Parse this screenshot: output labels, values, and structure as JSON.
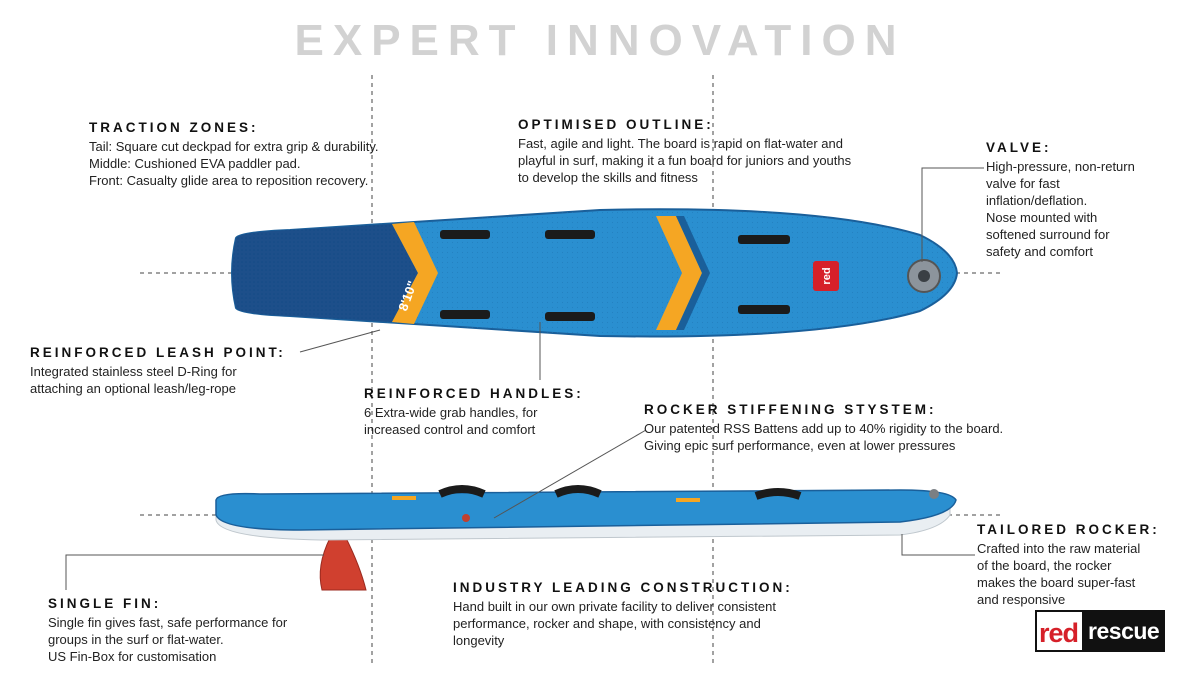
{
  "title": "EXPERT INNOVATION",
  "callouts": {
    "traction": {
      "heading": "TRACTION ZONES:",
      "lines": [
        "Tail: Square cut deckpad for extra grip & durability.",
        "Middle: Cushioned EVA paddler pad.",
        "Front: Casualty glide area to reposition recovery."
      ]
    },
    "outline": {
      "heading": "OPTIMISED OUTLINE:",
      "lines": [
        "Fast, agile and light. The board is rapid on flat-water and",
        "playful in surf, making it a fun board for juniors and youths",
        "to develop the skills and fitness"
      ]
    },
    "valve": {
      "heading": "VALVE:",
      "lines": [
        "High-pressure, non-return",
        "valve for fast",
        "inflation/deflation.",
        "Nose mounted with",
        "softened surround for",
        "safety and comfort"
      ]
    },
    "leash": {
      "heading": "REINFORCED LEASH POINT:",
      "lines": [
        "Integrated stainless steel D-Ring for",
        "attaching an optional leash/leg-rope"
      ]
    },
    "handles": {
      "heading": "REINFORCED HANDLES:",
      "lines": [
        "6 Extra-wide grab handles, for",
        "increased control and comfort"
      ]
    },
    "rocker_stiff": {
      "heading": "ROCKER STIFFENING STYSTEM:",
      "lines": [
        "Our patented RSS Battens add up to 40% rigidity to the board.",
        "Giving epic surf performance, even at lower pressures"
      ]
    },
    "tailored": {
      "heading": "TAILORED ROCKER:",
      "lines": [
        "Crafted into the raw material",
        "of the board, the rocker",
        "makes the board super-fast",
        "and responsive"
      ]
    },
    "fin": {
      "heading": "SINGLE  FIN:",
      "lines": [
        "Single fin gives fast, safe performance for",
        "groups in the surf or flat-water.",
        "US Fin-Box for customisation"
      ]
    },
    "construction": {
      "heading": "INDUSTRY LEADING CONSTRUCTION:",
      "lines": [
        "Hand built in our own private facility to deliver consistent",
        "performance, rocker and shape, with consistency and",
        "longevity"
      ]
    }
  },
  "board": {
    "size_label": "8'10\"",
    "deck_logo": "red",
    "colors": {
      "deck": "#2a8fd0",
      "deck_dark": "#1a5f9a",
      "tail_pad": "#1d4f8a",
      "accent": "#f5a623",
      "rail": "#e9eef2",
      "fin": "#d0402f",
      "logo_red": "#d62029"
    }
  },
  "logo": {
    "part1": "red",
    "part2": "rescue"
  }
}
